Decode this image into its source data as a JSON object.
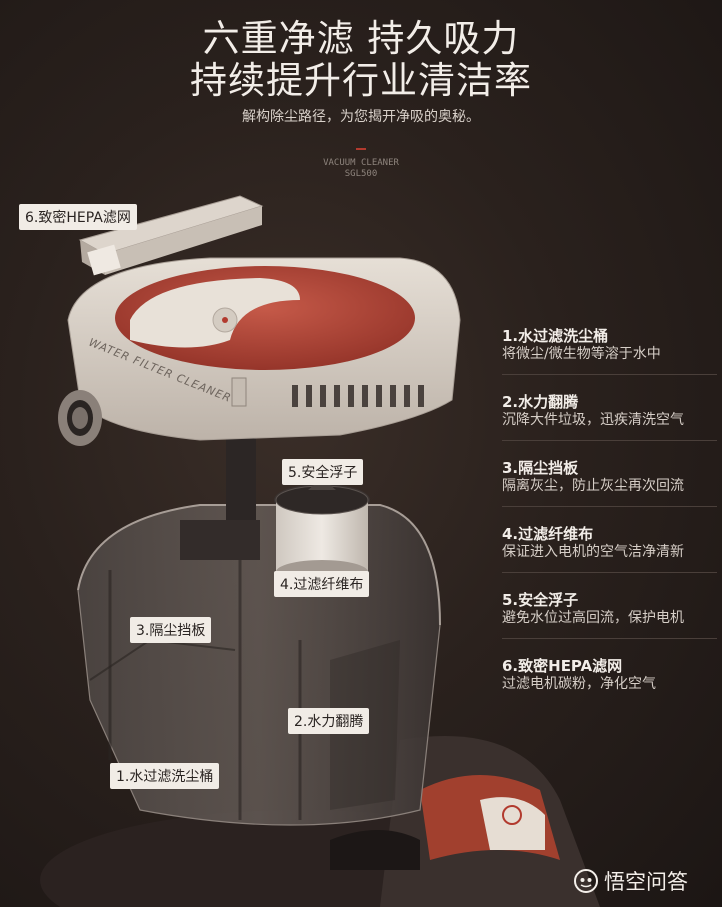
{
  "header": {
    "title_line1": "六重净滤 持久吸力",
    "title_line2": "持续提升行业清洁率",
    "subtitle": "解构除尘路径，为您揭开净吸的奥秘。",
    "brand_line1": "VACUUM CLEANER",
    "brand_line2": "SGL500"
  },
  "callouts": {
    "hepa": "6.致密HEPA滤网",
    "float": "5.安全浮子",
    "fiber": "4.过滤纤维布",
    "baffle": "3.隔尘挡板",
    "water_tumble": "2.水力翻腾",
    "bucket": "1.水过滤洗尘桶"
  },
  "features": [
    {
      "name": "1.水过滤洗尘桶",
      "desc": "将微尘/微生物等溶于水中"
    },
    {
      "name": "2.水力翻腾",
      "desc": "沉降大件垃圾，迅疾清洗空气"
    },
    {
      "name": "3.隔尘挡板",
      "desc": "隔离灰尘，防止灰尘再次回流"
    },
    {
      "name": "4.过滤纤维布",
      "desc": "保证进入电机的空气洁净清新"
    },
    {
      "name": "5.安全浮子",
      "desc": "避免水位过高回流，保护电机"
    },
    {
      "name": "6.致密HEPA滤网",
      "desc": "过滤电机碳粉，净化空气"
    }
  ],
  "product": {
    "lid_label": "WATER FILTER CLEANER"
  },
  "watermark": {
    "text": "悟空问答"
  },
  "colors": {
    "accent_red": "#b23a2e",
    "lid_beige": "#dcd4cb",
    "callout_bg": "#f1ece6"
  }
}
